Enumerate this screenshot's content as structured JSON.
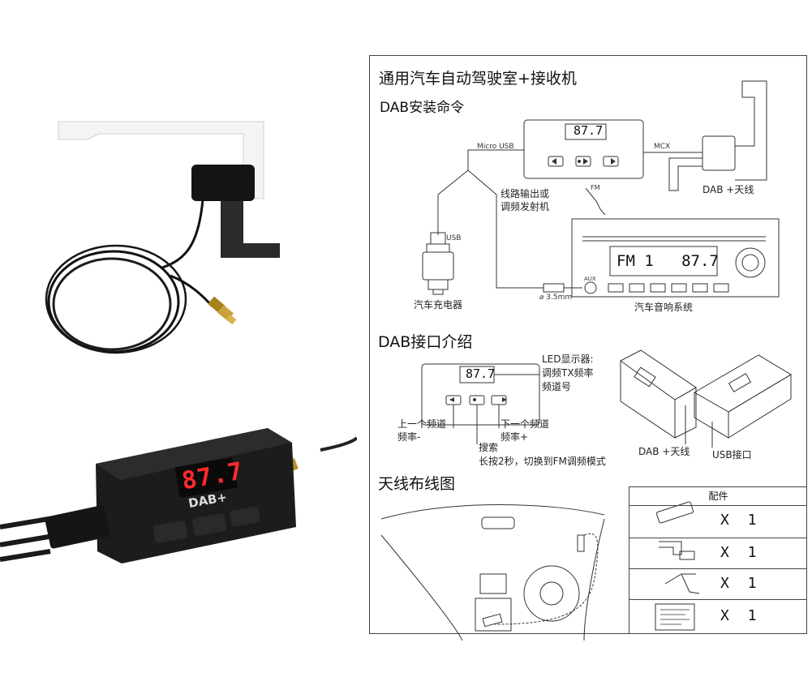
{
  "header": {
    "title": "通用汽车自动驾驶室+接收机",
    "install_title": "DAB安装命令"
  },
  "install": {
    "micro_usb": "Micro USB",
    "mcx": "MCX",
    "fm": "FM",
    "line_out_1": "线路输出或",
    "line_out_2": "调频发射机",
    "usb": "USB",
    "charger": "汽车充电器",
    "aux": "AUX",
    "jack": "⌀ 3.5mm",
    "car_audio": "汽车音响系统",
    "radio_display": "FM 1   87.7",
    "device_display": "87.7",
    "antenna": "DAB +天线"
  },
  "interface": {
    "title": "DAB接口介绍",
    "device_display": "87.7",
    "led_1": "LED显示器:",
    "led_2": "调频TX频率",
    "led_3": "频道号",
    "prev_1": "上一个频道",
    "prev_2": "频率-",
    "next_1": "下一个频道",
    "next_2": "频率+",
    "search_1": "搜索",
    "search_2": "长按2秒，切换到FM调频模式",
    "antenna_port": "DAB +天线",
    "usb_port": "USB接口"
  },
  "wiring": {
    "title": "天线布线图"
  },
  "accessories": {
    "title": "配件",
    "items": [
      {
        "qty": "X 1",
        "icon": "receiver-icon"
      },
      {
        "qty": "X 1",
        "icon": "antenna-icon"
      },
      {
        "qty": "X 1",
        "icon": "cable-icon"
      },
      {
        "qty": "X 1",
        "icon": "manual-icon"
      }
    ]
  },
  "product_photo": {
    "display": "87.7",
    "logo": "DAB+"
  },
  "colors": {
    "led_red": "#ff2a2a",
    "device_black": "#1a1a1a",
    "line": "#333333"
  }
}
